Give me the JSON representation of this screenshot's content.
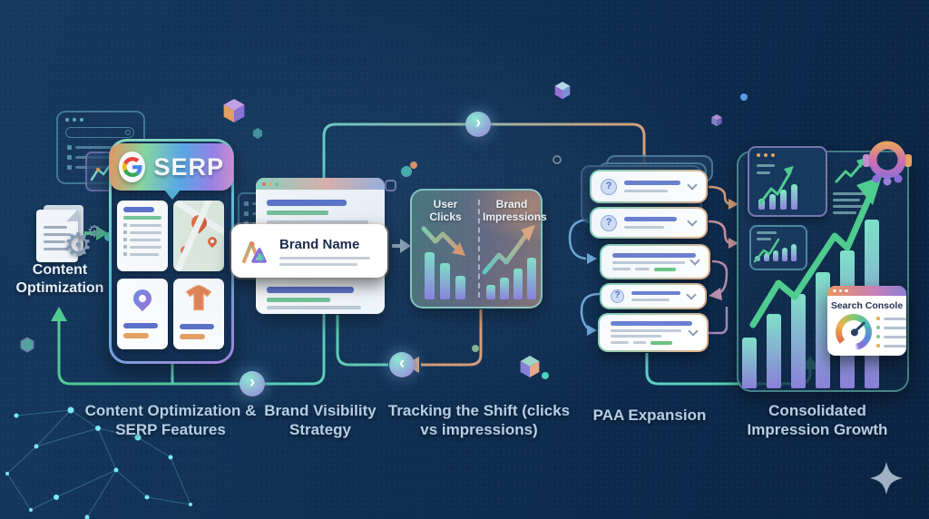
{
  "colors": {
    "teal": "#5fd0b5",
    "green": "#4ecb8f",
    "orange": "#d99f78",
    "purple": "#9a7fd8",
    "caption_text": "#b6cfe4"
  },
  "labels": {
    "content_optimization": "Content Optimization",
    "serp_title": "SERP",
    "brand_name": "Brand Name",
    "user_clicks": "User Clicks",
    "brand_impressions": "Brand Impressions",
    "search_console": "Search Console"
  },
  "captions": [
    "Content Optimization & SERP Features",
    "Brand Visibility Strategy",
    "Tracking the Shift (clicks vs impressions)",
    "PAA Expansion",
    "Consolidated Impression Growth"
  ],
  "glyphs": {
    "next": "›",
    "prev": "‹",
    "question": "?",
    "gear": "⚙"
  },
  "charts": {
    "tracking_left_bars": [
      52,
      40,
      26
    ],
    "tracking_right_bars": [
      16,
      24,
      34,
      46
    ],
    "growth_bars": [
      56,
      82,
      104,
      128,
      152,
      186
    ],
    "mini_browser_bars": [
      12,
      17,
      22,
      28
    ],
    "mini_card_bars": [
      6,
      9,
      12,
      15,
      19
    ]
  }
}
